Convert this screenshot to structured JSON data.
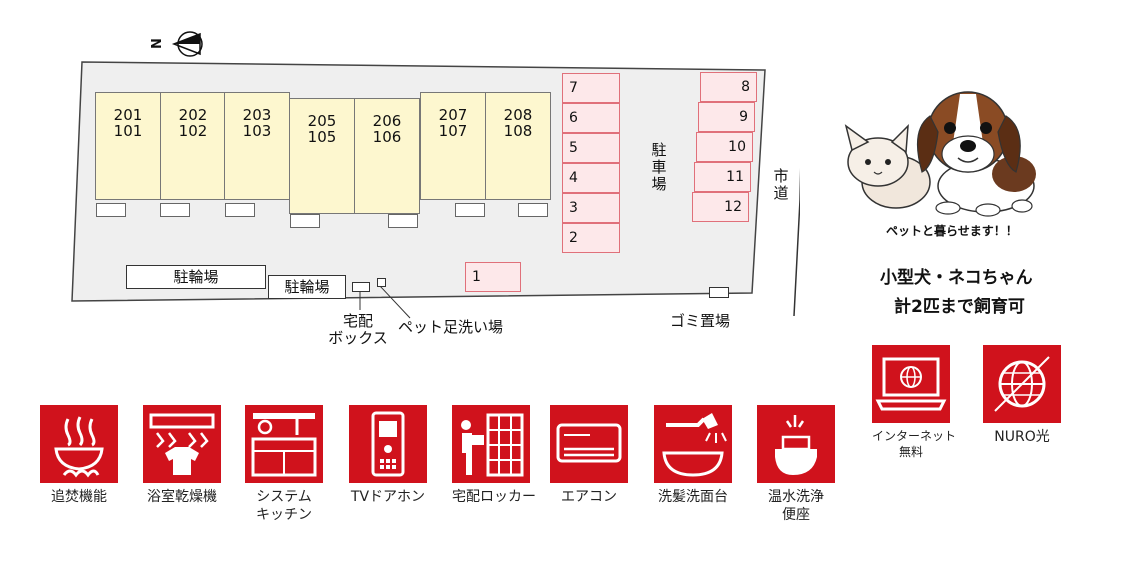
{
  "site_plan": {
    "compass_letter": "N",
    "units": [
      {
        "upper": "201",
        "lower": "101"
      },
      {
        "upper": "202",
        "lower": "102"
      },
      {
        "upper": "203",
        "lower": "103"
      },
      {
        "upper": "205",
        "lower": "105"
      },
      {
        "upper": "206",
        "lower": "106"
      },
      {
        "upper": "207",
        "lower": "107"
      },
      {
        "upper": "208",
        "lower": "108"
      }
    ],
    "parking_left": [
      "7",
      "6",
      "5",
      "4",
      "3",
      "2"
    ],
    "parking_right": [
      "8",
      "9",
      "10",
      "11",
      "12"
    ],
    "parking_single": "1",
    "parking_label": "駐車場",
    "road_label": "市道",
    "bike_parking_1": "駐輪場",
    "bike_parking_2": "駐輪場",
    "delivery_box_label_line1": "宅配",
    "delivery_box_label_line2": "ボックス",
    "pet_wash_label": "ペット足洗い場",
    "garbage_label": "ゴミ置場"
  },
  "pet": {
    "caption": "ペットと暮らせます！！",
    "line1": "小型犬・ネコちゃん",
    "line2": "計2匹まで飼育可"
  },
  "amenities": [
    {
      "icon": "reheating-bath-icon",
      "lines": [
        "追焚機能"
      ]
    },
    {
      "icon": "bathroom-dryer-icon",
      "lines": [
        "浴室乾燥機"
      ]
    },
    {
      "icon": "system-kitchen-icon",
      "lines": [
        "システム",
        "キッチン"
      ]
    },
    {
      "icon": "tv-intercom-icon",
      "lines": [
        "TVドアホン"
      ]
    },
    {
      "icon": "delivery-locker-icon",
      "lines": [
        "宅配ロッカー"
      ]
    },
    {
      "icon": "air-conditioner-icon",
      "lines": [
        "エアコン"
      ]
    },
    {
      "icon": "shampoo-vanity-icon",
      "lines": [
        "洗髪洗面台"
      ]
    },
    {
      "icon": "washlet-toilet-icon",
      "lines": [
        "温水洗浄",
        "便座"
      ]
    },
    {
      "icon": "internet-free-icon",
      "lines": [
        "インターネット",
        "無料"
      ]
    },
    {
      "icon": "nuro-fiber-icon",
      "lines": [
        "NURO光"
      ]
    }
  ],
  "colors": {
    "accent": "#d0121c",
    "unit_fill": "#fdf7cf",
    "parking_fill": "#fde8ea",
    "parking_border": "#e0707a"
  }
}
